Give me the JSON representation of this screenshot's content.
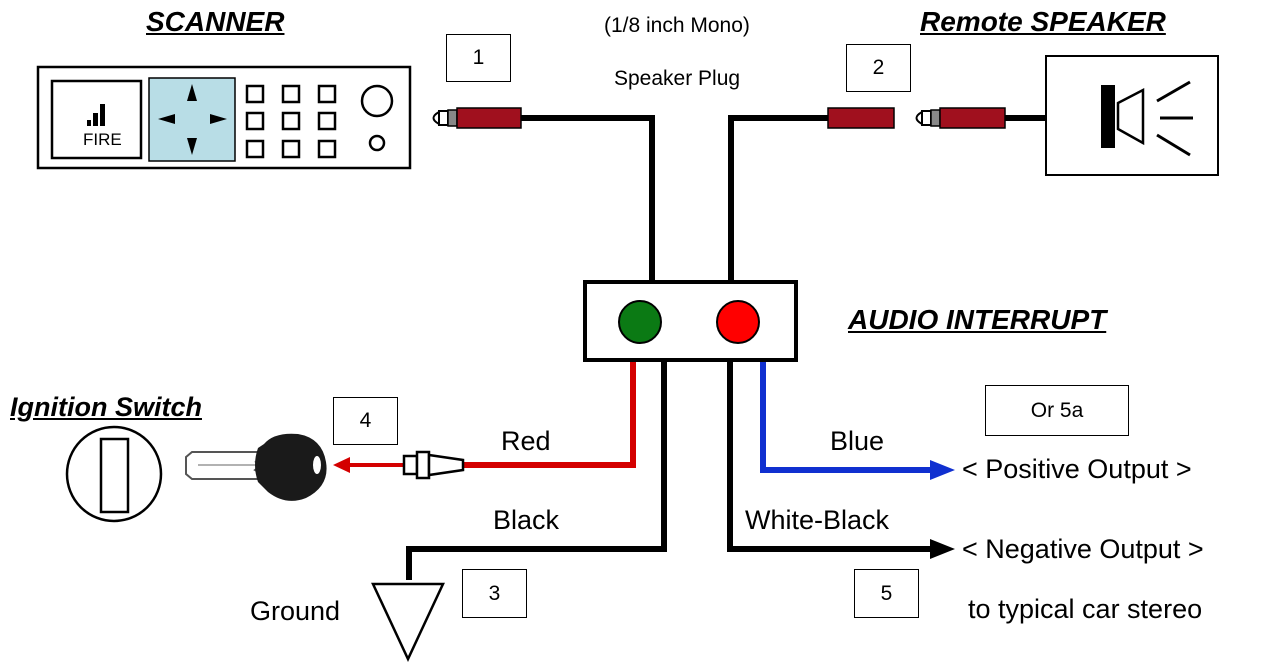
{
  "headings": {
    "scanner": "SCANNER",
    "remote_speaker": "Remote SPEAKER",
    "audio_interrupt": "AUDIO INTERRUPT",
    "ignition_switch": "Ignition Switch"
  },
  "plug": {
    "line1": "(1/8 inch Mono)",
    "line2": "Speaker Plug"
  },
  "scanner_display": {
    "label": "FIRE"
  },
  "callouts": {
    "n1": "1",
    "n2": "2",
    "n3": "3",
    "n4": "4",
    "n5": "5",
    "n5a": "Or 5a"
  },
  "wires": {
    "red": "Red",
    "black": "Black",
    "blue": "Blue",
    "white_black": "White-Black"
  },
  "outputs": {
    "positive": "< Positive Output >",
    "negative": "< Negative Output >",
    "note": "to typical car stereo"
  },
  "ground": {
    "label": "Ground"
  },
  "colors": {
    "plug_red": "#a0101e",
    "scanner_pad": "#b8dde6",
    "led_green": "#0b7a14",
    "led_red": "#ff0000",
    "wire_red": "#d40000",
    "wire_blue": "#1030d0",
    "wire_black": "#000000"
  },
  "icons": [
    "signal-bars-icon",
    "direction-pad-icon",
    "speaker-icon",
    "key-icon",
    "ground-symbol-icon",
    "ignition-lock-icon"
  ]
}
